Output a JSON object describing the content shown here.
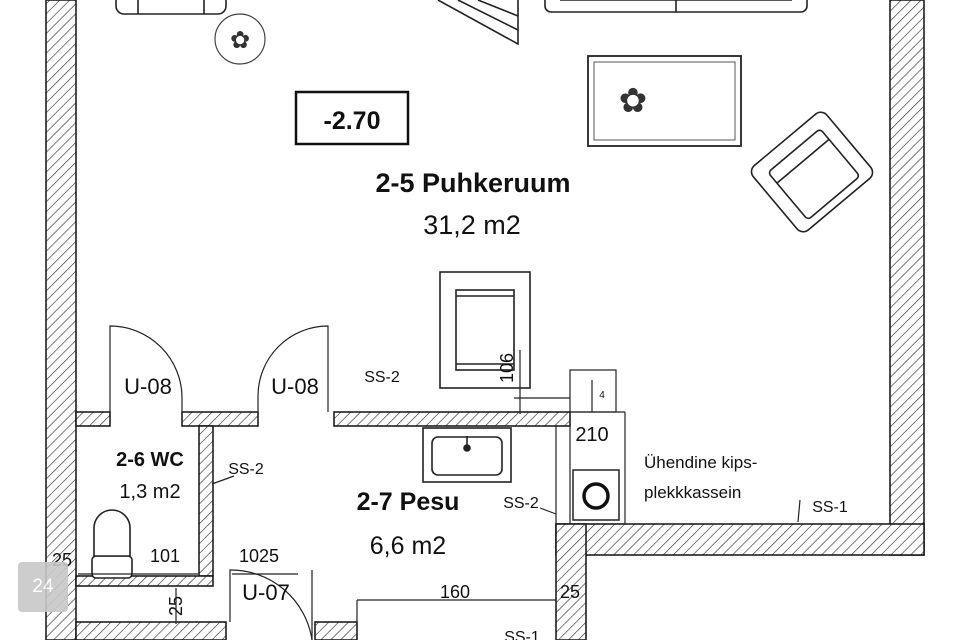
{
  "level_marker": "-2.70",
  "rooms": [
    {
      "name": "2-5 Puhkeruum",
      "area": "31,2 m2"
    },
    {
      "name": "2-6 WC",
      "area": "1,3 m2"
    },
    {
      "name": "2-7 Pesu",
      "area": "6,6 m2"
    }
  ],
  "doors": [
    "U-08",
    "U-08",
    "U-07"
  ],
  "wall_types": [
    "SS-2",
    "SS-2",
    "SS-2",
    "SS-1",
    "SS-1"
  ],
  "dimensions": [
    "106",
    "4",
    "210",
    "25",
    "101",
    "1025",
    "25",
    "160",
    "25"
  ],
  "note_lines": [
    "Ühendine kips-",
    "plekkkassein"
  ],
  "page_badge": "24"
}
